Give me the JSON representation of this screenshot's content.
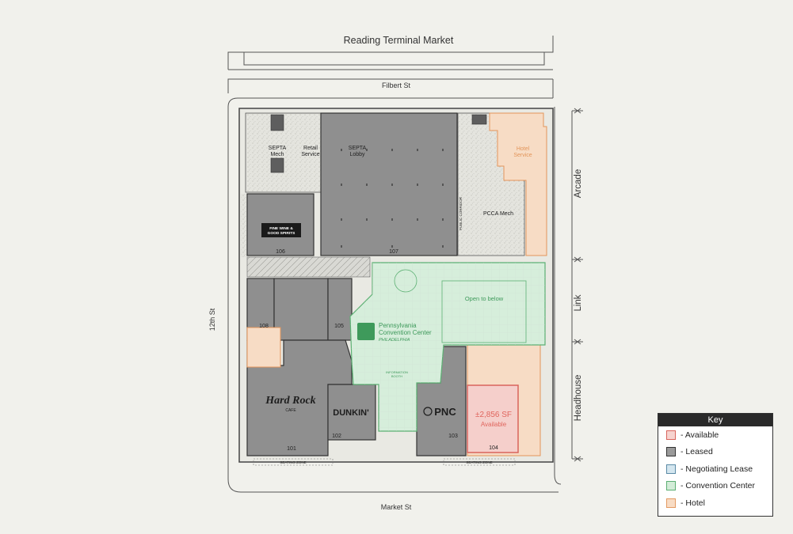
{
  "streets": {
    "top": "Reading Terminal Market",
    "filbert": "Filbert St",
    "market": "Market St",
    "left": "12th St",
    "arcade": "Arcade",
    "link": "Link",
    "headhouse": "Headhouse"
  },
  "spaces": {
    "septa_mech": [
      "SEPTA",
      "Mech"
    ],
    "retail_service": [
      "Retail",
      "Service"
    ],
    "septa_lobby": [
      "SEPTA",
      "Lobby"
    ],
    "hotel_service": [
      "Hotel",
      "Service"
    ],
    "pcca_mech": "PCCA Mech",
    "public_corridor": "PUBLIC CORRIDOR",
    "u106": "106",
    "u107": "107",
    "u108": "108",
    "u105": "105",
    "u101": "101",
    "u102": "102",
    "u103": "103",
    "u104": "104",
    "open_to_below": "Open to below",
    "available_sf": "±2,856 SF",
    "available_word": "Available",
    "seating_zone": "SEATING ZONE",
    "information_booth": [
      "INFORMATION",
      "BOOTH"
    ]
  },
  "tenants": {
    "fine_wine": [
      "FINE WINE &",
      "GOOD SPIRITS"
    ],
    "hard_rock": "Hard Rock",
    "hard_rock_sub": "CAFE",
    "dunkin": "DUNKIN'",
    "pnc": "PNC",
    "pcc": [
      "Pennsylvania",
      "Convention Center",
      "PHILADELPHIA"
    ]
  },
  "key": {
    "title": "Key",
    "items": [
      {
        "label": "- Available",
        "color": "#f6d3cf",
        "border": "#d9645c"
      },
      {
        "label": "- Leased",
        "color": "#9a9a9a",
        "border": "#333333"
      },
      {
        "label": "- Negotiating Lease",
        "color": "#d4e6ef",
        "border": "#5a8aa6"
      },
      {
        "label": "- Convention Center",
        "color": "#d3ecd8",
        "border": "#5caf73"
      },
      {
        "label": "- Hotel",
        "color": "#f8dcc4",
        "border": "#e39a62"
      }
    ]
  },
  "colors": {
    "leased": "#8f8f8f",
    "convention": "#d6eedb",
    "hotel": "#f7dcc5",
    "available": "#f5cfcb",
    "available_text": "#e0665e",
    "green_text": "#3e9a5b",
    "mech": "#e2e2dc"
  }
}
